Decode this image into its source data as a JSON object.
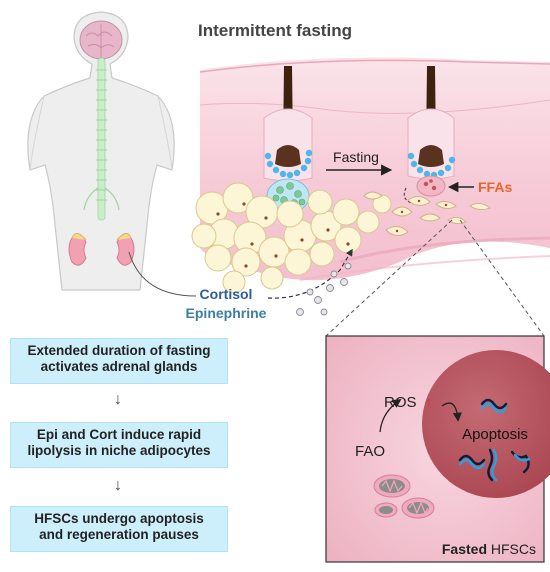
{
  "title": "Intermittent fasting",
  "labels": {
    "fasting": "Fasting",
    "ffas": "FFAs",
    "cortisol": "Cortisol",
    "epinephrine": "Epinephrine",
    "ros": "ROS",
    "ros_arrow": "↑",
    "fao": "FAO",
    "apoptosis": "Apoptosis",
    "fasted_bold": "Fasted",
    "fasted_rest": " HFSCs"
  },
  "flow": {
    "step1": [
      "Extended duration of fasting",
      "activates adrenal glands"
    ],
    "step2": [
      "Epi and Cort induce rapid",
      "lipolysis in niche adipocytes"
    ],
    "step3": [
      "HFSCs undergo apoptosis",
      "and regeneration pauses"
    ],
    "arrow": "↓"
  },
  "colors": {
    "title": "#444444",
    "ffas": "#e8652b",
    "cortisol": "#2a5d9f",
    "epinephrine": "#3d7fa3",
    "box_fill": "#cdeffb",
    "dermis": "#f5c6d3",
    "adipocyte": "#fdf6d6",
    "hair": "#3e2210",
    "ros_arrow": "#e0303a",
    "apoptotic_cell": "#b0505c"
  }
}
